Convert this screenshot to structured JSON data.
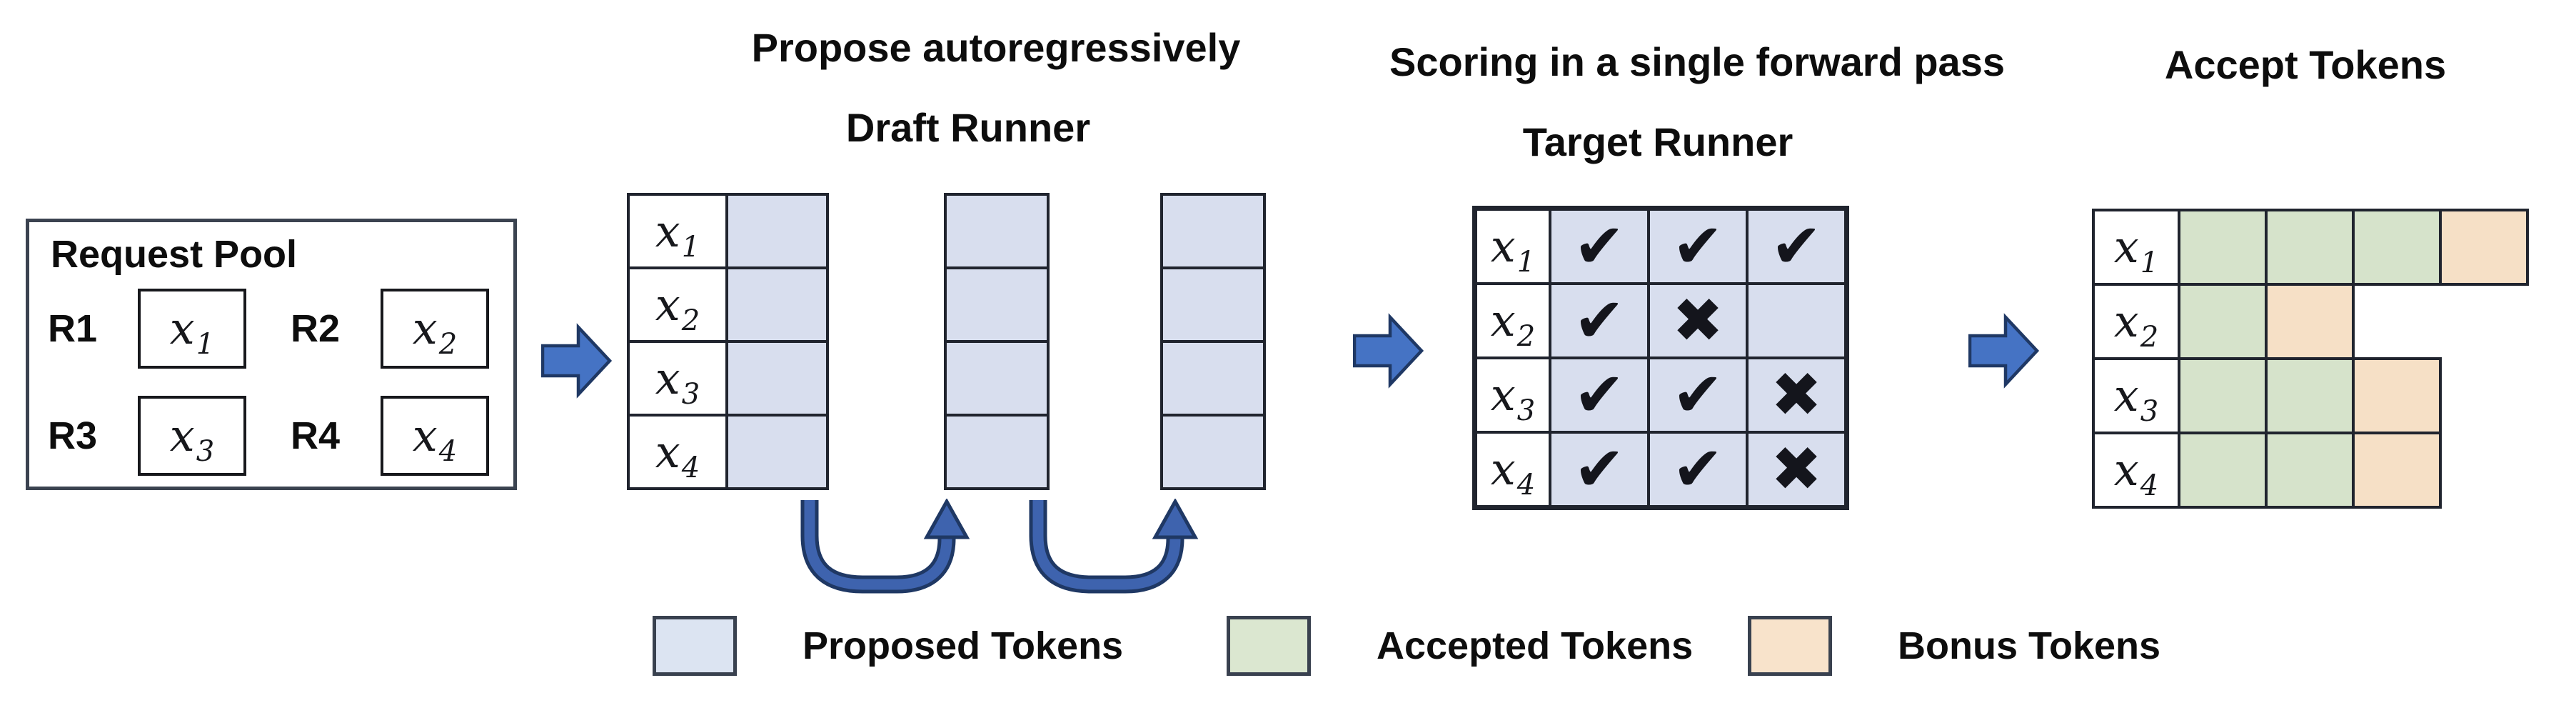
{
  "figure": {
    "titles": {
      "propose": "Propose autoregressively",
      "draft_runner": "Draft Runner",
      "scoring": "Scoring in a single forward pass",
      "target_runner": "Target Runner",
      "accept_tokens": "Accept Tokens"
    },
    "request_pool": {
      "title": "Request Pool",
      "requests": [
        {
          "id": "R1",
          "token_base": "x",
          "token_sub": "1"
        },
        {
          "id": "R2",
          "token_base": "x",
          "token_sub": "2"
        },
        {
          "id": "R3",
          "token_base": "x",
          "token_sub": "3"
        },
        {
          "id": "R4",
          "token_base": "x",
          "token_sub": "4"
        }
      ]
    },
    "row_tokens": [
      {
        "token_base": "x",
        "token_sub": "1"
      },
      {
        "token_base": "x",
        "token_sub": "2"
      },
      {
        "token_base": "x",
        "token_sub": "3"
      },
      {
        "token_base": "x",
        "token_sub": "4"
      }
    ],
    "draft": {
      "rows": 4,
      "proposal_steps": 3
    },
    "target": {
      "marks": [
        [
          "check",
          "check",
          "check"
        ],
        [
          "check",
          "cross",
          "none"
        ],
        [
          "check",
          "check",
          "cross"
        ],
        [
          "check",
          "check",
          "cross"
        ]
      ]
    },
    "accept": {
      "cells": [
        [
          "accepted",
          "accepted",
          "accepted",
          "bonus"
        ],
        [
          "accepted",
          "bonus"
        ],
        [
          "accepted",
          "accepted",
          "bonus"
        ],
        [
          "accepted",
          "accepted",
          "bonus"
        ]
      ]
    },
    "legend": [
      {
        "type": "proposed",
        "label": "Proposed Tokens"
      },
      {
        "type": "accepted",
        "label": "Accepted Tokens"
      },
      {
        "type": "bonus",
        "label": "Bonus Tokens"
      }
    ],
    "icons": {
      "check": "✔",
      "cross": "✖",
      "none": ""
    },
    "colors": {
      "proposed_cell": "#d8deee",
      "accepted_cell": "#d6e3cb",
      "bonus_cell": "#f6e0c6",
      "legend_proposed": "#dce4f2",
      "legend_accepted": "#dbe7d0",
      "legend_bonus": "#f8e3cb",
      "arrow_fill": "#4573c4",
      "arrow_outline": "#1f3864",
      "loop_arrow_fill": "#3e63ae",
      "grid_border": "#20242e",
      "mark_color": "#14151c"
    }
  }
}
